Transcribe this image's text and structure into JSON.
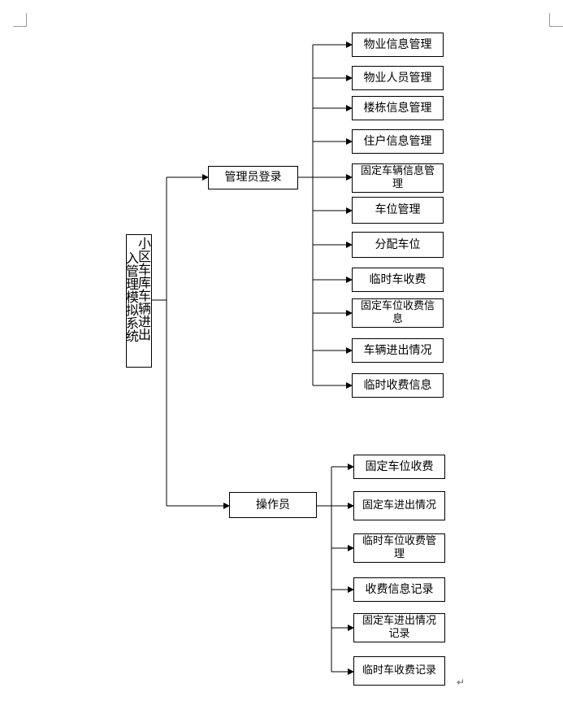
{
  "root": {
    "col1": "小区车库车辆进出",
    "col2": "入管理模拟系统"
  },
  "admin": {
    "label": "管理员登录",
    "items": [
      "物业信息管理",
      "物业人员管理",
      "楼栋信息管理",
      "住户信息管理",
      "固定车辆信息管理",
      "车位管理",
      "分配车位",
      "临时车收费",
      "固定车位收费信息",
      "车辆进出情况",
      "临时收费信息"
    ]
  },
  "operator": {
    "label": "操作员",
    "items": [
      "固定车位收费",
      "固定车进出情况",
      "临时车位收费管理",
      "收费信息记录",
      "固定车进出情况记录",
      "临时车收费记录"
    ]
  },
  "para_mark": "↵"
}
